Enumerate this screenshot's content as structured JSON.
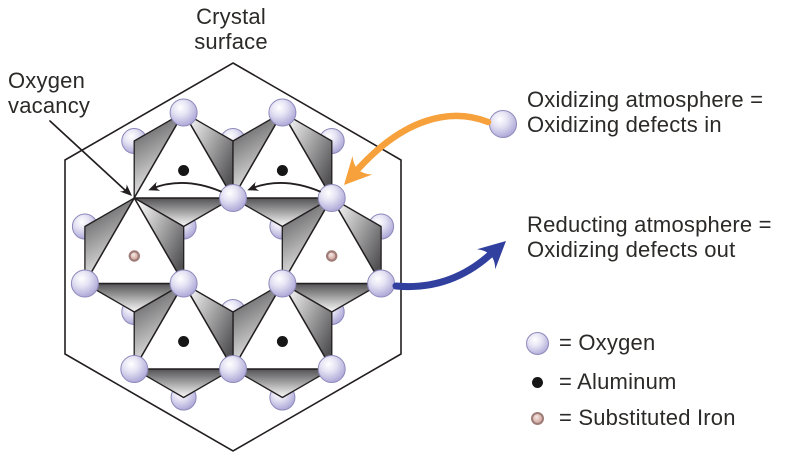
{
  "figure": {
    "crystal_surface_label": "Crystal\nsurface",
    "oxygen_vacancy_label": "Oxygen\nvacancy",
    "oxidizing_note": "Oxidizing atmosphere =\nOxidizing defects in",
    "reducting_note": "Reducting atmosphere =\nOxidizing defects out"
  },
  "legend": {
    "items": [
      {
        "symbol": "oxygen-sphere",
        "label": "= Oxygen"
      },
      {
        "symbol": "aluminum-dot",
        "label": "= Aluminum"
      },
      {
        "symbol": "iron-dot",
        "label": "= Substituted Iron"
      }
    ]
  },
  "structure": {
    "units_clockwise_from_top_left": [
      "aluminum",
      "aluminum",
      "iron",
      "aluminum",
      "aluminum",
      "iron"
    ],
    "oxygen_vacancy_present": true
  },
  "colors": {
    "oxygen": "#a6a2d2",
    "oxygen_outline": "#8d89ba",
    "aluminum": "#161616",
    "iron": "#c49a92",
    "iron_ring": "#9e7d79",
    "oxidizing_arrow": "#f6a13b",
    "reducting_arrow": "#31409f",
    "line": "#231f20"
  }
}
